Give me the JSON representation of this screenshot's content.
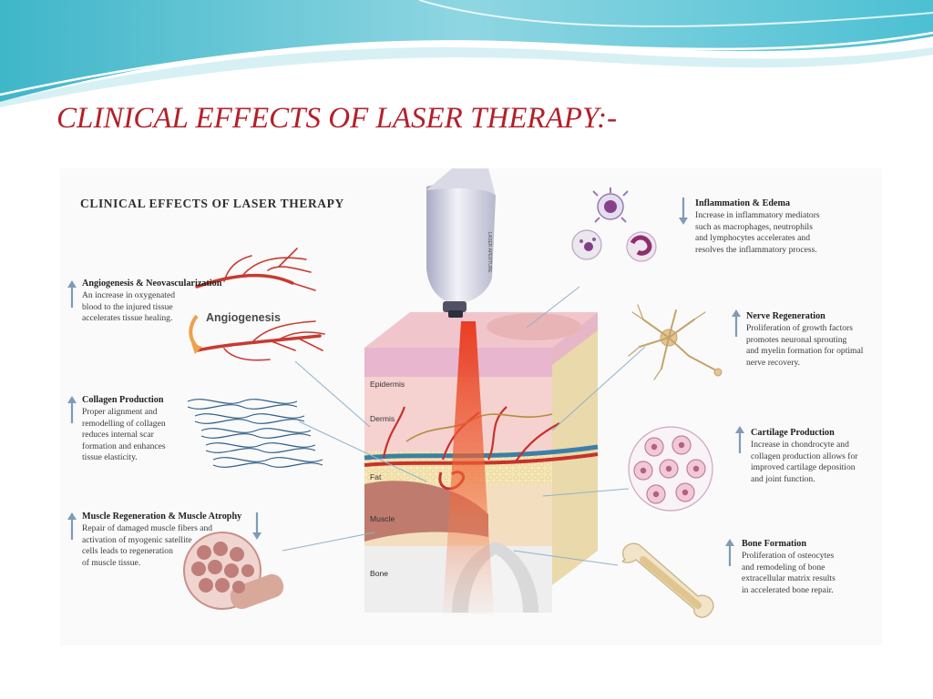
{
  "slide": {
    "title": "CLINICAL EFFECTS OF LASER THERAPY:-"
  },
  "figure": {
    "title": "CLINICAL EFFECTS OF LASER THERAPY",
    "angiogenesis_label": "Angiogenesis",
    "device_label": "LASER APERTURE",
    "layers": [
      "Epidermis",
      "Dermis",
      "Fat",
      "Muscle",
      "Bone"
    ],
    "panels": {
      "angiogenesis": {
        "arrow": "up",
        "title": "Angiogenesis & Neovascularization",
        "lines": [
          "An increase in oxygenated",
          "blood to the injured tissue",
          "accelerates tissue healing."
        ]
      },
      "collagen": {
        "arrow": "up",
        "title": "Collagen Production",
        "lines": [
          "Proper alignment and",
          "remodelling of collagen",
          "reduces internal scar",
          "formation and enhances",
          "tissue elasticity."
        ]
      },
      "muscle": {
        "arrow": "up",
        "arrow2": "down",
        "title": "Muscle Regeneration & Muscle Atrophy",
        "lines": [
          "Repair of damaged muscle fibers and",
          "activation of myogenic satellite",
          "cells leads to regeneration",
          "of muscle tissue."
        ]
      },
      "inflammation": {
        "arrow": "down",
        "title": "Inflammation & Edema",
        "lines": [
          "Increase in inflammatory mediators",
          "such as macrophages, neutrophils",
          "and lymphocytes accelerates and",
          "resolves the inflammatory process."
        ]
      },
      "nerve": {
        "arrow": "up",
        "title": "Nerve Regeneration",
        "lines": [
          "Proliferation of growth factors",
          "promotes neuronal sprouting",
          "and myelin formation for optimal",
          "nerve recovery."
        ]
      },
      "cartilage": {
        "arrow": "up",
        "title": "Cartilage Production",
        "lines": [
          "Increase in chondrocyte and",
          "collagen production allows for",
          "improved cartilage deposition",
          "and joint function."
        ]
      },
      "bone": {
        "arrow": "up",
        "title": "Bone Formation",
        "lines": [
          "Proliferation of osteocytes",
          "and remodeling of bone",
          "extracellular matrix results",
          "in accelerated bone repair."
        ]
      }
    },
    "colors": {
      "title_red": "#b3202a",
      "arrow_blue": "#7f9bb8",
      "laser_red": "#e23a1e",
      "skin_pink": "#f2c3c8"
    }
  }
}
